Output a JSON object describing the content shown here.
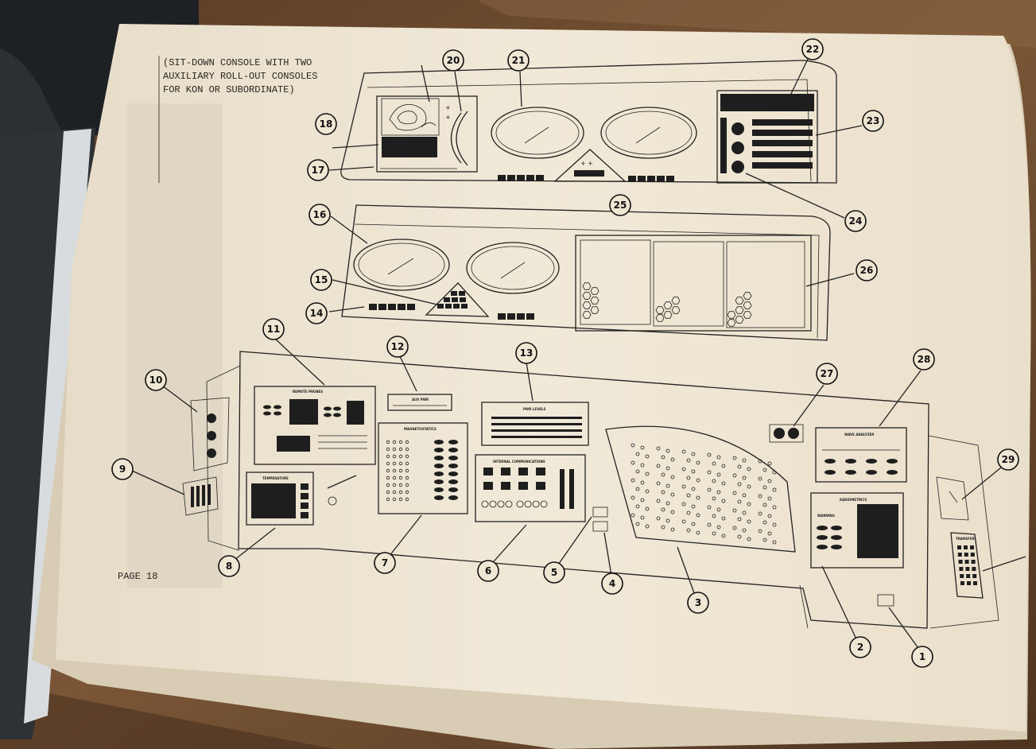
{
  "header": {
    "line1": "(SIT-DOWN CONSOLE WITH TWO",
    "line2": "AUXILIARY ROLL-OUT CONSOLES",
    "line3": "FOR KON OR SUBORDINATE)"
  },
  "page_label": "PAGE 18",
  "panel_labels": {
    "remote_probes": "REMOTE PROBES",
    "aux_pwr": "AUX PWR",
    "pwr_levels": "PWR LEVELS",
    "magnetostatics": "MAGNETOSTATICS",
    "internal_communications": "INTERNAL COMMUNICATIONS",
    "temperature": "TEMPERATURE",
    "wave_analyzer": "WAVE ANALYZER",
    "radiometrics": "RADIOMETRICS",
    "warning": "WARNING",
    "transfer": "TRANSFER"
  },
  "callouts": [
    {
      "id": "c1",
      "label": "1"
    },
    {
      "id": "c2",
      "label": "2"
    },
    {
      "id": "c3",
      "label": "3"
    },
    {
      "id": "c4",
      "label": "4"
    },
    {
      "id": "c5",
      "label": "5"
    },
    {
      "id": "c6",
      "label": "6"
    },
    {
      "id": "c7",
      "label": "7"
    },
    {
      "id": "c8",
      "label": "8"
    },
    {
      "id": "c9",
      "label": "9"
    },
    {
      "id": "c10",
      "label": "10"
    },
    {
      "id": "c11",
      "label": "11"
    },
    {
      "id": "c12",
      "label": "12"
    },
    {
      "id": "c13",
      "label": "13"
    },
    {
      "id": "c14",
      "label": "14"
    },
    {
      "id": "c15",
      "label": "15"
    },
    {
      "id": "c16",
      "label": "16"
    },
    {
      "id": "c17",
      "label": "17"
    },
    {
      "id": "c18",
      "label": "18"
    },
    {
      "id": "c20",
      "label": "20"
    },
    {
      "id": "c21",
      "label": "21"
    },
    {
      "id": "c22",
      "label": "22"
    },
    {
      "id": "c23",
      "label": "23"
    },
    {
      "id": "c24",
      "label": "24"
    },
    {
      "id": "c25",
      "label": "25"
    },
    {
      "id": "c26",
      "label": "26"
    },
    {
      "id": "c27",
      "label": "27"
    },
    {
      "id": "c28",
      "label": "28"
    },
    {
      "id": "c29",
      "label": "29"
    }
  ],
  "colors": {
    "paper": "#efe6d4",
    "wood": "#6b4a30",
    "ink": "#222222"
  }
}
